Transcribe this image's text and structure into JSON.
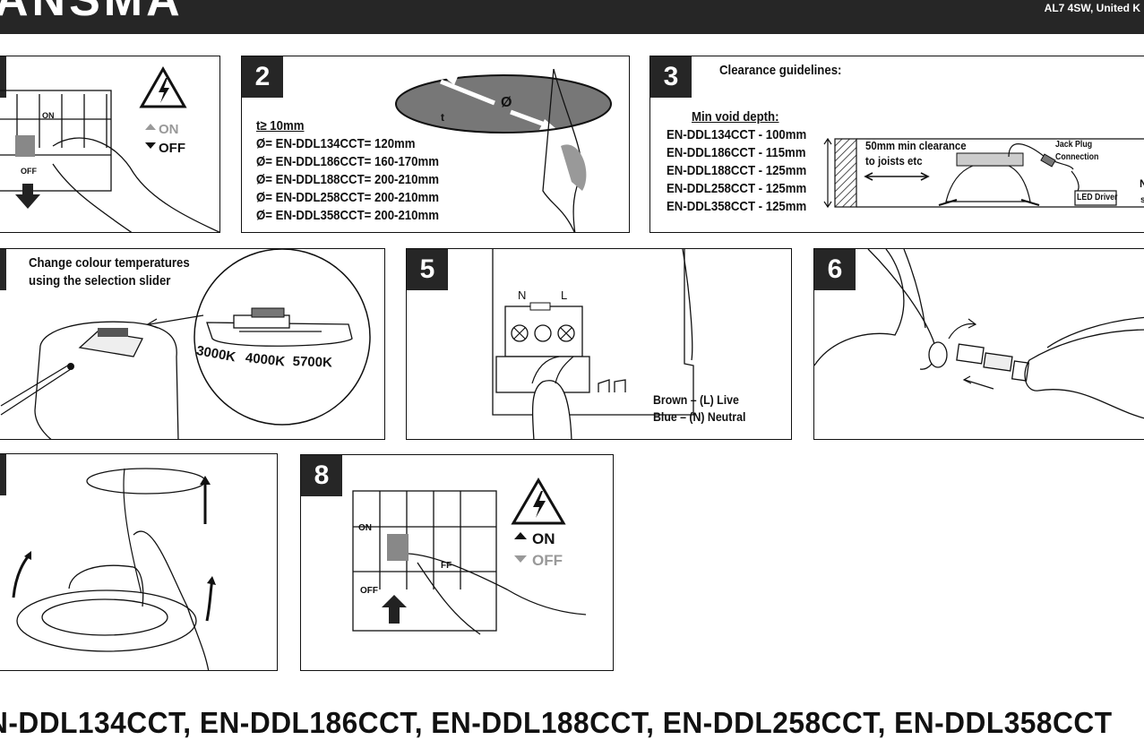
{
  "header": {
    "brand": "ANSMA",
    "address": "AL7 4SW, United K"
  },
  "panel1": {
    "on": "ON",
    "off": "OFF",
    "switch_on": "ON",
    "switch_off": "OFF"
  },
  "panel2": {
    "number": "2",
    "lines": [
      "t≥ 10mm",
      "Ø= EN-DDL134CCT= 120mm",
      "Ø= EN-DDL186CCT= 160-170mm",
      "Ø= EN-DDL188CCT= 200-210mm",
      "Ø= EN-DDL258CCT= 200-210mm",
      "Ø= EN-DDL358CCT= 200-210mm"
    ],
    "diagram_t": "t",
    "diagram_o": "Ø"
  },
  "panel3": {
    "number": "3",
    "title": "Clearance guidelines:",
    "subtitle": "Min void depth:",
    "rows": [
      "EN-DDL134CCT -  100mm",
      "EN-DDL186CCT -  115mm",
      "EN-DDL188CCT -  125mm",
      "EN-DDL258CCT -  125mm",
      "EN-DDL358CCT -  125mm"
    ],
    "clearance_1": "50mm min clearance",
    "clearance_2": "to joists etc",
    "jack_1": "Jack Plug",
    "jack_2": "Connection",
    "driver": "LED Driver",
    "edge_1": "N",
    "edge_2": "s"
  },
  "panel4": {
    "line1": "Change colour temperatures",
    "line2": "using the selection slider",
    "temps": [
      "3000K",
      "4000K",
      "5700K"
    ]
  },
  "panel5": {
    "number": "5",
    "n": "N",
    "l": "L",
    "brown": "Brown – (L) Live",
    "blue": "Blue – (N) Neutral"
  },
  "panel6": {
    "number": "6"
  },
  "panel8": {
    "number": "8",
    "on": "ON",
    "off": "OFF",
    "switch_on": "ON",
    "switch_off": "OFF",
    "switch_partial": "FF"
  },
  "footer": {
    "models": "N-DDL134CCT, EN-DDL186CCT, EN-DDL188CCT, EN-DDL258CCT, EN-DDL358CCT"
  }
}
